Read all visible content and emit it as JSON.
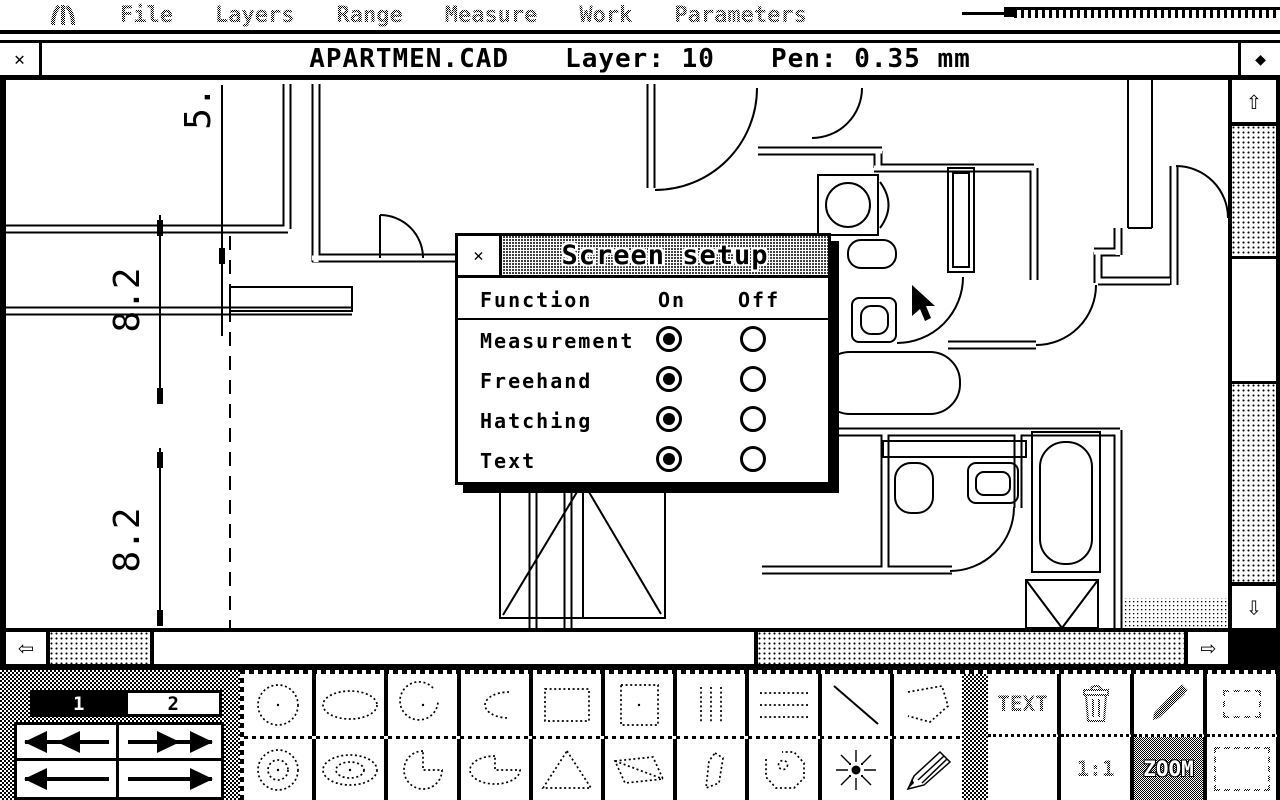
{
  "menu": {
    "logo_icon": "atari-fuji-icon",
    "items": [
      "File",
      "Layers",
      "Range",
      "Measure",
      "Work",
      "Parameters"
    ]
  },
  "title_bar": {
    "close_glyph": "✕",
    "fuller_glyph": "◆",
    "document": "APARTMEN.CAD",
    "layer": "Layer: 10",
    "pen": "Pen: 0.35 mm"
  },
  "dialog": {
    "title": "Screen setup",
    "close_glyph": "✕",
    "header": {
      "function": "Function",
      "on": "On",
      "off": "Off"
    },
    "rows": [
      {
        "label": "Measurement",
        "state": "on"
      },
      {
        "label": "Freehand",
        "state": "on"
      },
      {
        "label": "Hatching",
        "state": "on"
      },
      {
        "label": "Text",
        "state": "on"
      }
    ]
  },
  "drawing": {
    "dim_top": "5.",
    "dim_mid": "8.2",
    "dim_bottom": "8.2",
    "cursor": "arrow-cursor"
  },
  "scrollbars": {
    "up": "⇧",
    "down": "⇩",
    "left": "⇦",
    "right": "⇨"
  },
  "bottom_panel": {
    "pages": [
      {
        "label": "1"
      },
      {
        "label": "2"
      }
    ],
    "arrows": [
      "double-left-arrow",
      "double-right-arrow",
      "left-arrow",
      "right-arrow"
    ]
  },
  "toolbox": {
    "row1": [
      "circle-tool",
      "ellipse-tool",
      "arc-tool",
      "elliptical-arc-tool",
      "rectangle-tool",
      "square-tool",
      "vertical-hatch-tool",
      "horizontal-hatch-tool",
      "line-tool",
      "polygon-tool"
    ],
    "row2": [
      "concentric-circles-tool",
      "concentric-ellipses-tool",
      "pie-tool",
      "elliptical-pie-tool",
      "triangle-tool",
      "parallelogram-tool",
      "leaf-tool",
      "rounded-polygon-tool",
      "spray-tool",
      "pencil-tool"
    ]
  },
  "right_panel": {
    "text_button": "TEXT",
    "scale_button": "1:1",
    "zoom_button": "ZOOM",
    "icons": [
      "trash-icon",
      "stylus-icon",
      "small-window-icon",
      "large-window-icon"
    ]
  }
}
